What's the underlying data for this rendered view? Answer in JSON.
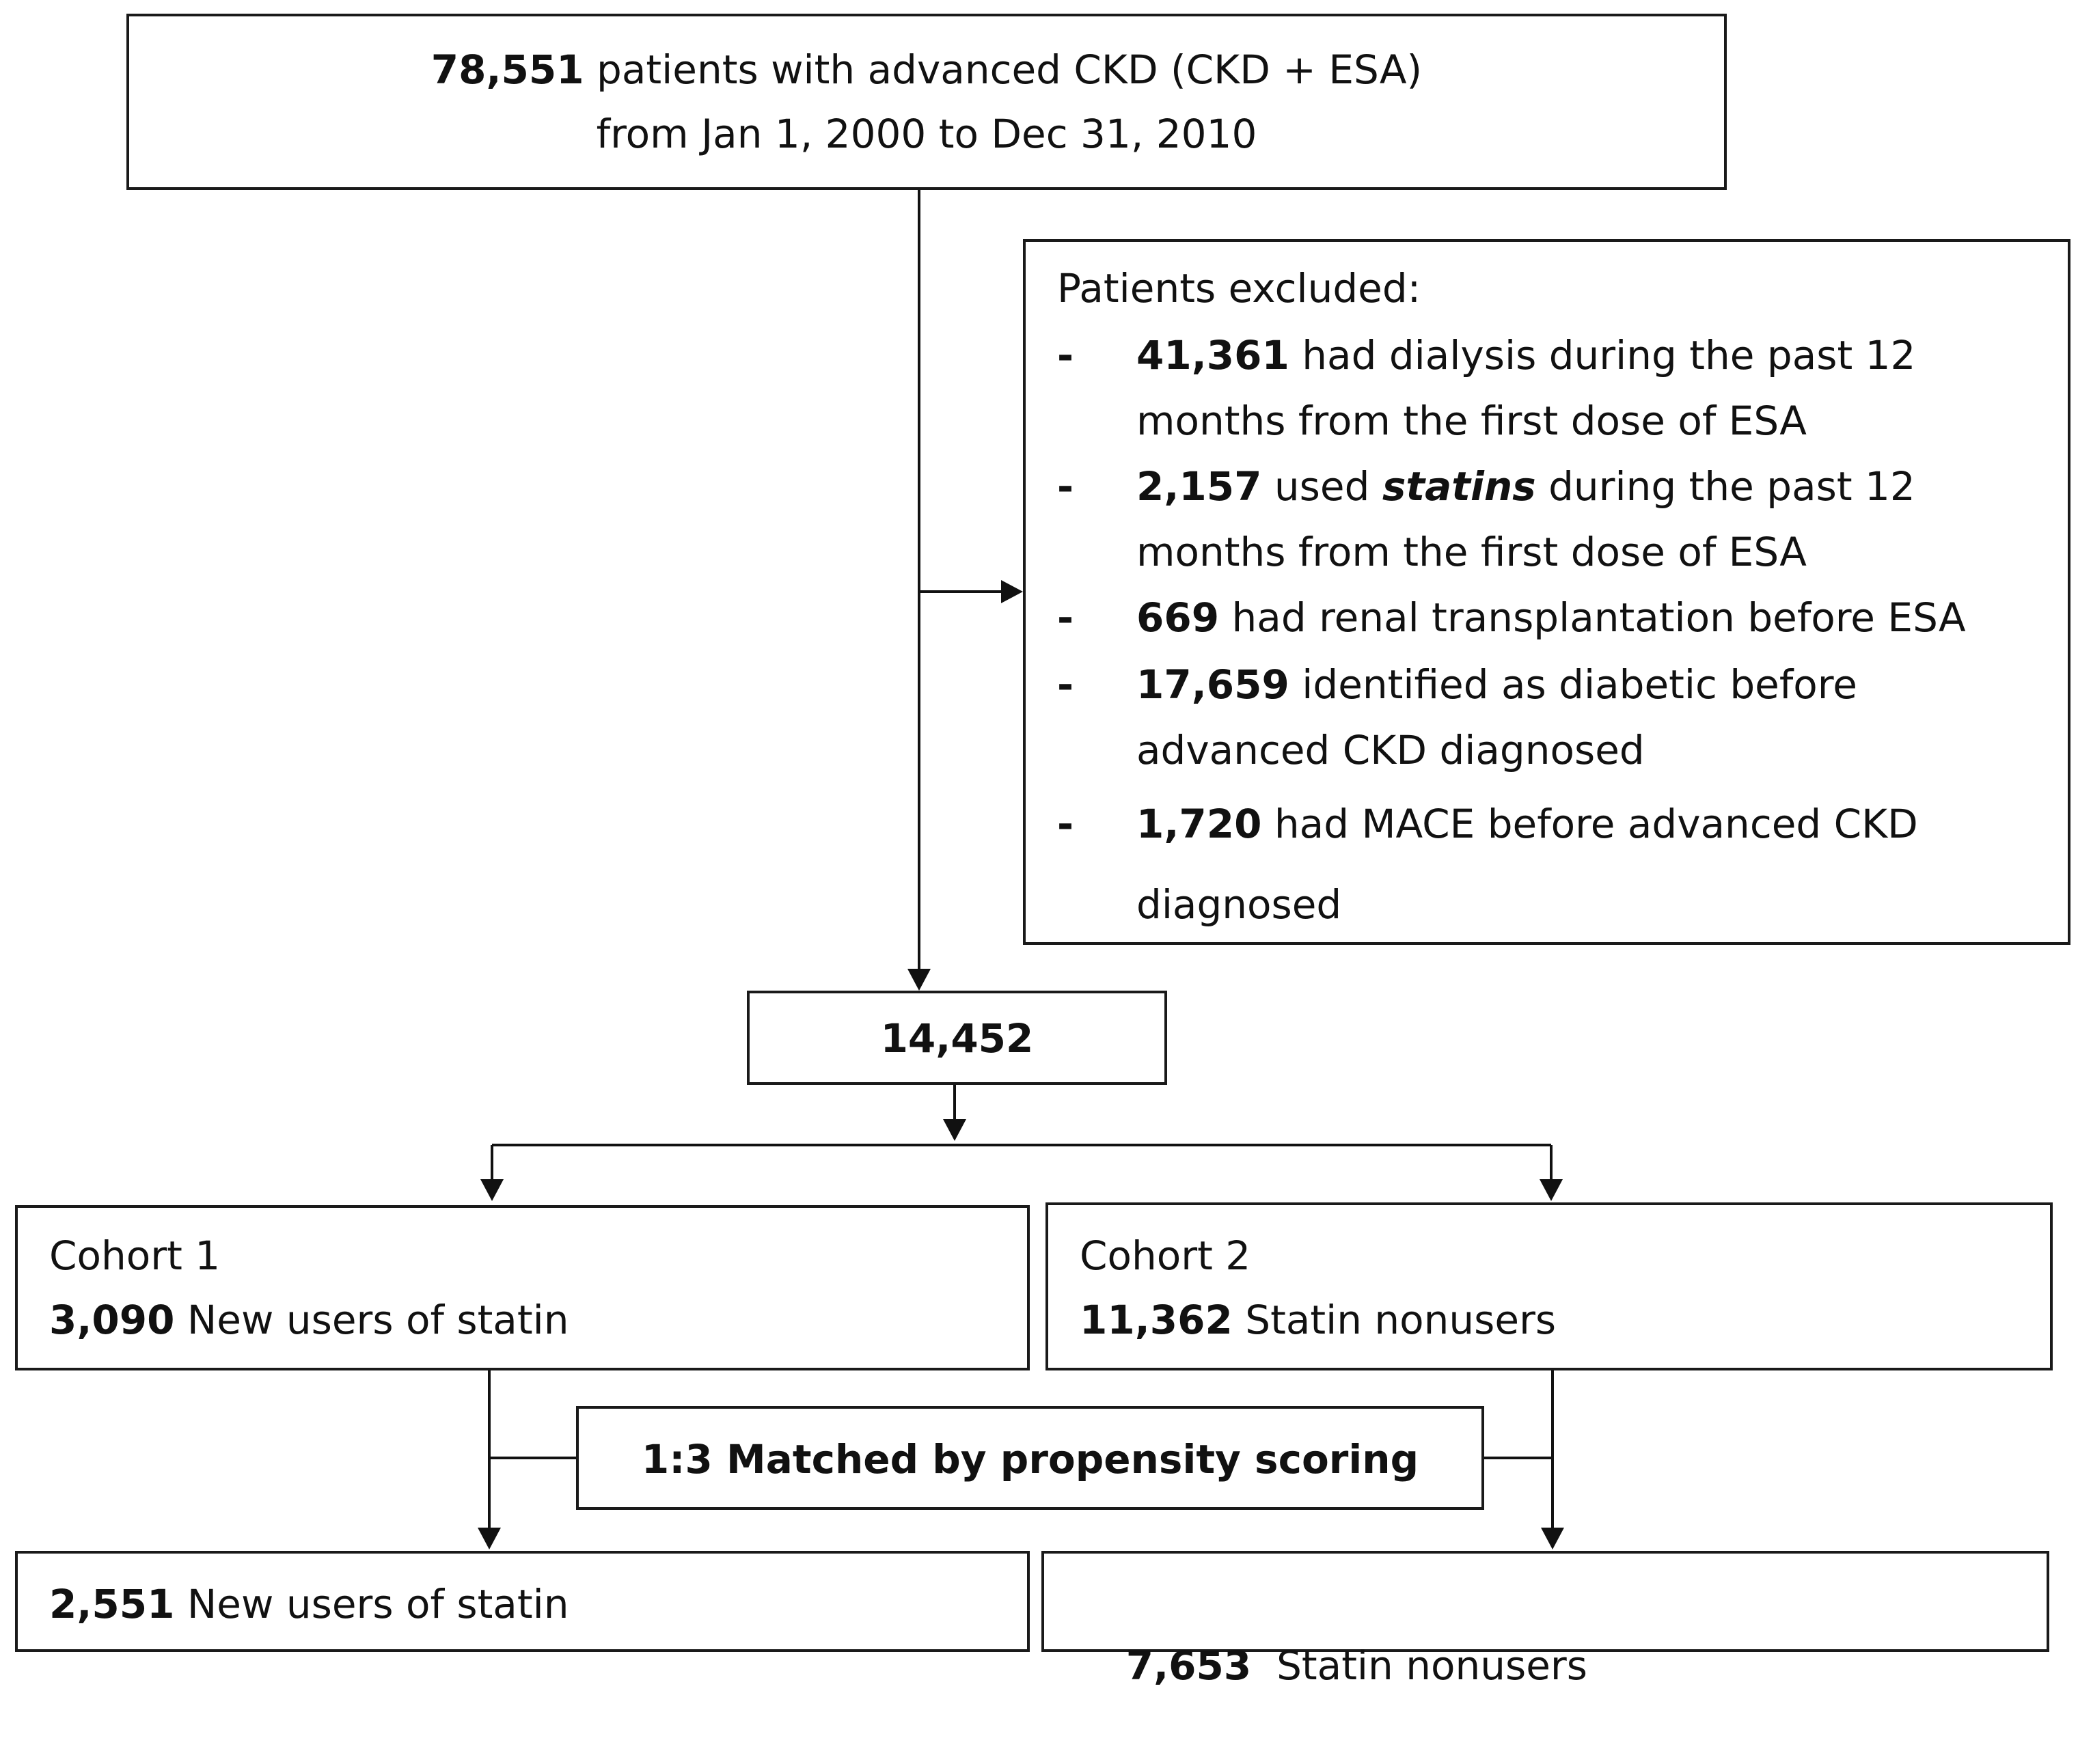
{
  "top_box": {
    "count": "78,551",
    "line1_rest": " patients with advanced CKD (CKD + ESA)",
    "line2": "from Jan 1, 2000 to Dec 31, 2010"
  },
  "exclusion": {
    "title": "Patients excluded:",
    "bullet": "-",
    "items": [
      {
        "count": "41,361",
        "line1": " had dialysis during the past 12",
        "line2": "months from the first dose of ESA"
      },
      {
        "count": "2,157",
        "pre": " used ",
        "emph": "statins",
        "post": " during the past 12",
        "line2": "months from the first dose of ESA"
      },
      {
        "count": "669",
        "line1": " had renal transplantation before ESA"
      },
      {
        "count": "17,659",
        "line1": " identified as diabetic before",
        "line2": "advanced CKD diagnosed"
      },
      {
        "count": "1,720",
        "line1": " had MACE before advanced CKD",
        "line2": "diagnosed"
      }
    ]
  },
  "middle_box": {
    "count": "14,452"
  },
  "cohort1": {
    "title": "Cohort 1",
    "count": "3,090",
    "label": " New users of statin"
  },
  "cohort2": {
    "title": "Cohort 2",
    "count": "11,362",
    "label": " Statin nonusers"
  },
  "matching": {
    "label": "1:3 Matched by propensity scoring"
  },
  "result1": {
    "count": "2,551",
    "label": " New users of statin"
  },
  "result2": {
    "count": "7,653",
    "label": "  Statin nonusers"
  }
}
